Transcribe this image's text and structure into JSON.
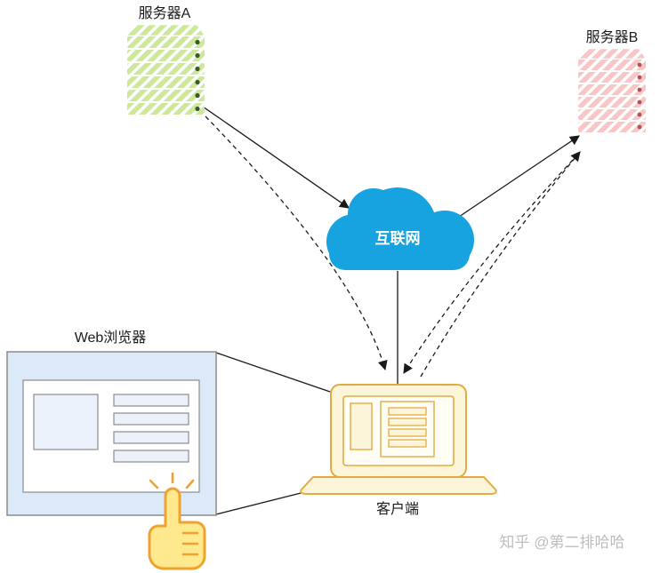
{
  "diagram": {
    "server_a": {
      "label": "服务器A",
      "color": "#cde89b",
      "dot_color": "#3a5a28"
    },
    "server_b": {
      "label": "服务器B",
      "color": "#f8c6c6",
      "dot_color": "#b05555"
    },
    "internet": {
      "label": "互联网",
      "color": "#17a3e0",
      "text_color": "#ffffff"
    },
    "client": {
      "label": "客户端",
      "laptop_fill": "#fdf5da",
      "laptop_stroke": "#e3ab42"
    },
    "browser": {
      "label": "Web浏览器",
      "window_fill": "#dce9f8",
      "inner_fill": "#eaf1fb",
      "stroke": "#8c8c8c"
    },
    "cursor": {
      "fill": "#ffe98f",
      "stroke": "#f0a22e"
    },
    "watermark": "知乎 @第二排哈哈"
  }
}
